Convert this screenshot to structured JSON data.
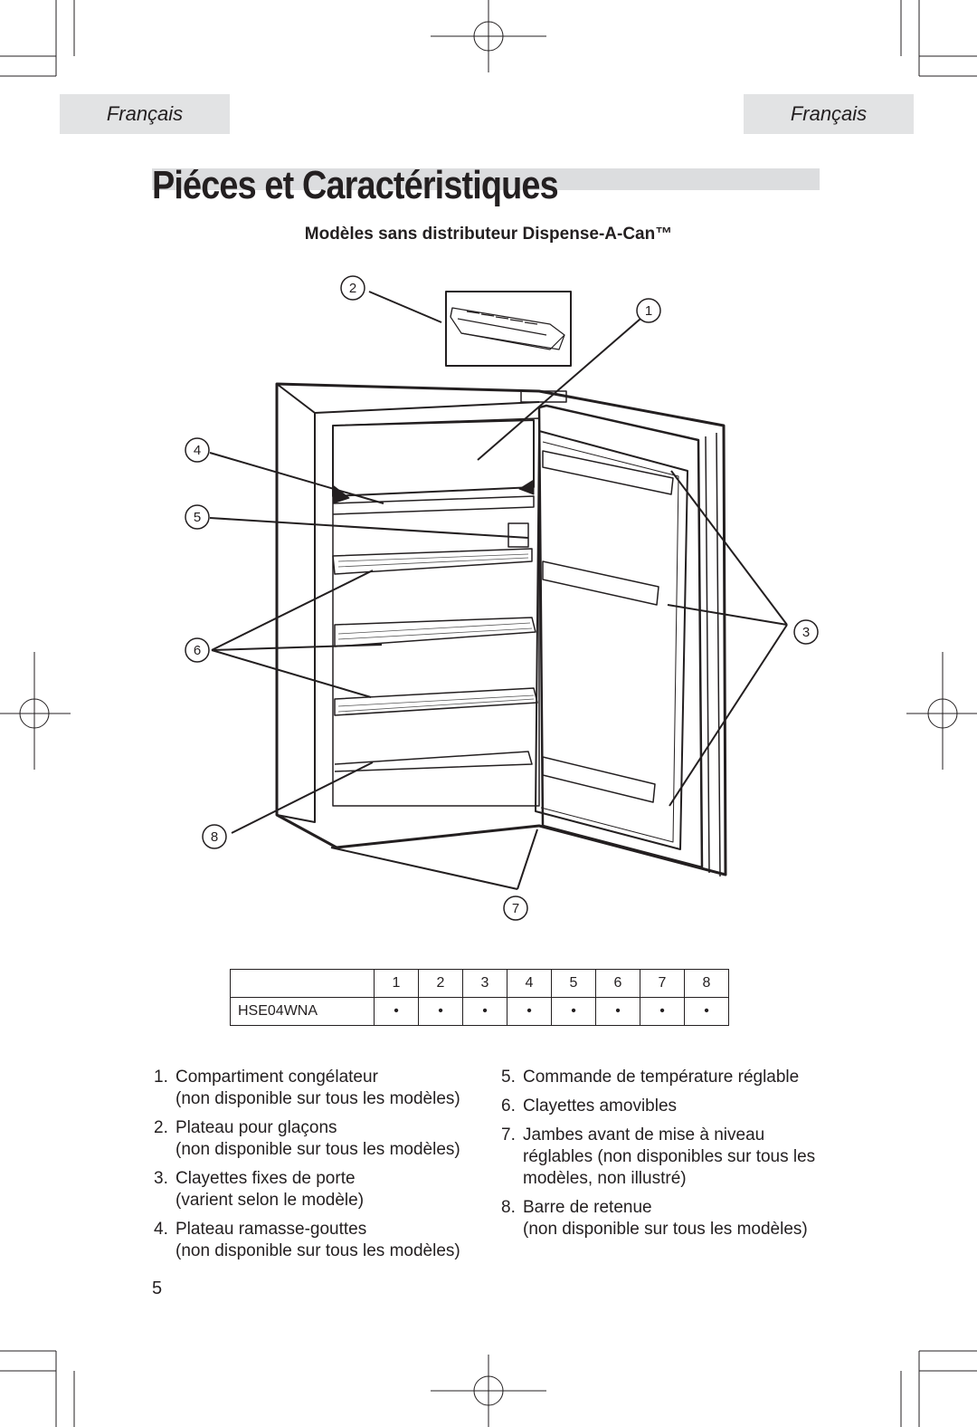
{
  "header": {
    "lang_left": "Français",
    "lang_right": "Français"
  },
  "title": "Piéces et Caractéristiques",
  "subtitle": "Modèles sans distributeur Dispense-A-Can™",
  "callouts": [
    "1",
    "2",
    "3",
    "4",
    "5",
    "6",
    "7",
    "8"
  ],
  "table": {
    "columns": [
      "",
      "1",
      "2",
      "3",
      "4",
      "5",
      "6",
      "7",
      "8"
    ],
    "rows": [
      {
        "model": "HSE04WNA",
        "marks": [
          "•",
          "•",
          "•",
          "•",
          "•",
          "•",
          "•",
          "•"
        ]
      }
    ]
  },
  "parts_left": [
    {
      "num": "1.",
      "name": "Compartiment congélateur",
      "note": "(non disponible sur tous les modèles)"
    },
    {
      "num": "2.",
      "name": "Plateau pour glaçons",
      "note": "(non disponible sur tous les modèles)"
    },
    {
      "num": "3.",
      "name": "Clayettes fixes de porte",
      "note": "(varient selon le modèle)"
    },
    {
      "num": "4.",
      "name": "Plateau ramasse-gouttes",
      "note": "(non disponible sur tous les modèles)"
    }
  ],
  "parts_right": [
    {
      "num": "5.",
      "name": "Commande de température réglable",
      "note": ""
    },
    {
      "num": "6.",
      "name": "Clayettes amovibles",
      "note": ""
    },
    {
      "num": "7.",
      "name": "Jambes avant de mise à niveau",
      "note": "réglables (non disponibles sur tous les modèles, non illustré)"
    },
    {
      "num": "8.",
      "name": "Barre de retenue",
      "note": "(non disponible sur tous les modèles)"
    }
  ],
  "page_number": "5"
}
